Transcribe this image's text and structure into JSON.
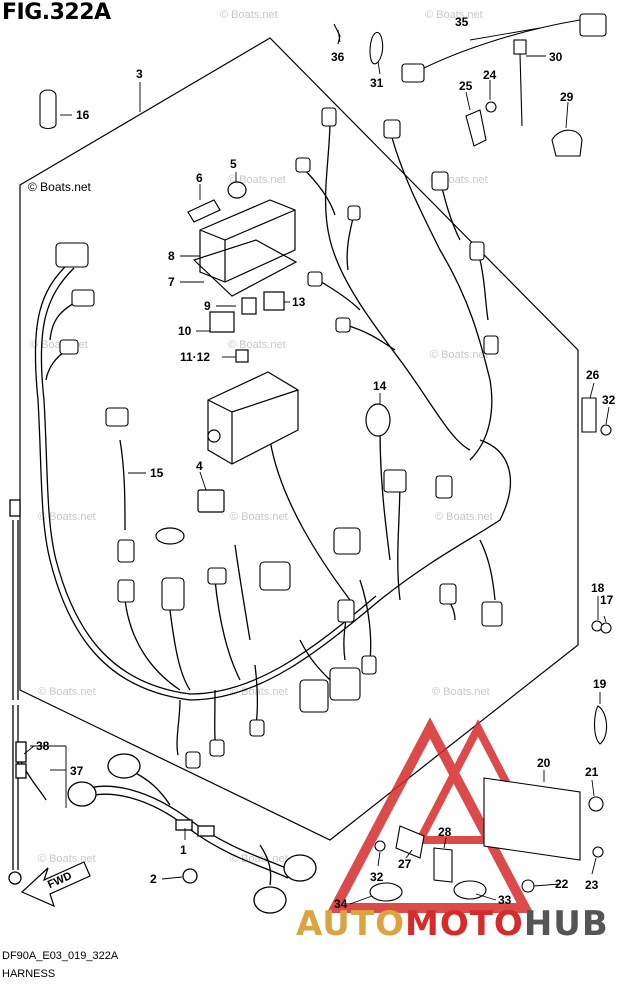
{
  "header": {
    "figure_title": "FIG.322A"
  },
  "footer": {
    "diagram_code": "DF90A_E03_019_322A",
    "diagram_name": "HARNESS"
  },
  "watermarks": {
    "main": "© Boats.net",
    "repeat": "© Boats.net"
  },
  "brand": {
    "part1": "AUTO",
    "part2": "MOTO",
    "part3": "HUB"
  },
  "direction_label": "FWD",
  "callouts": {
    "c1": "1",
    "c2": "2",
    "c3": "3",
    "c4": "4",
    "c5": "5",
    "c6": "6",
    "c7": "7",
    "c8": "8",
    "c9": "9",
    "c10": "10",
    "c11_12": "11·12",
    "c13": "13",
    "c14": "14",
    "c15": "15",
    "c16": "16",
    "c17": "17",
    "c18": "18",
    "c19": "19",
    "c20": "20",
    "c21": "21",
    "c22": "22",
    "c23": "23",
    "c24": "24",
    "c25": "25",
    "c26": "26",
    "c27": "27",
    "c28": "28",
    "c29": "29",
    "c30": "30",
    "c31": "31",
    "c32a": "32",
    "c32b": "32",
    "c33": "33",
    "c34": "34",
    "c35": "35",
    "c36": "36",
    "c37": "37",
    "c38": "38"
  },
  "colors": {
    "logo_red": "#d62b2b",
    "logo_gold": "#d9a441",
    "logo_gray": "#555555"
  }
}
